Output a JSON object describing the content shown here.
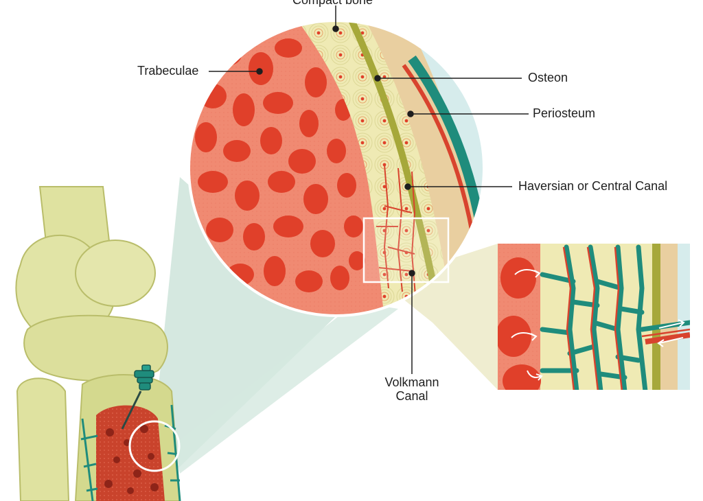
{
  "labels": {
    "compact_bone": "Compact bone",
    "trabeculae": "Trabeculae",
    "osteon": "Osteon",
    "periosteum": "Periosteum",
    "haversian": "Haversian or Central Canal",
    "volkmann_line1": "Volkmann",
    "volkmann_line2": "Canal"
  },
  "colors": {
    "marrow_red": "#e0402a",
    "spongy_pink": "#f08a72",
    "compact_yellow": "#efeab4",
    "periosteum_olive": "#a6a83a",
    "vessel_teal": "#1f8c7c",
    "vessel_red": "#d8432e",
    "joint_yellow": "#dfe2a0",
    "panel_mint": "#d5e8e0",
    "outer_skin": "#e9cfa0"
  },
  "icons": [
    "needle-icon",
    "flow-arrow-icon"
  ]
}
